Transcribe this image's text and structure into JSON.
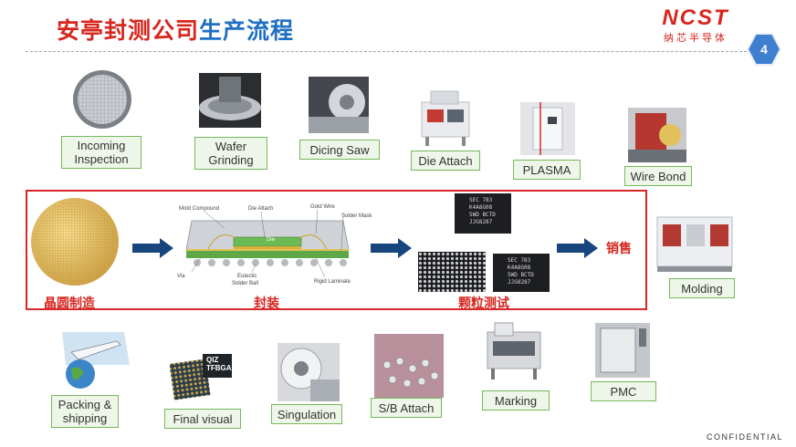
{
  "header": {
    "title_red": "安亭封测公司",
    "title_blue": "生产流程",
    "logo_main": "NCST",
    "logo_sub": "纳芯半导体",
    "page_number": "4"
  },
  "top_steps": [
    {
      "label": "Incoming Inspection"
    },
    {
      "label": "Wafer Grinding"
    },
    {
      "label": "Dicing Saw"
    },
    {
      "label": "Die Attach"
    },
    {
      "label": "PLASMA"
    },
    {
      "label": "Wire Bond"
    }
  ],
  "molding": {
    "label": "Molding"
  },
  "bottom_steps": [
    {
      "label": "Packing & shipping"
    },
    {
      "label": "Final visual"
    },
    {
      "label": "Singulation"
    },
    {
      "label": "S/B Attach"
    },
    {
      "label": "Marking"
    },
    {
      "label": "PMC"
    }
  ],
  "flow": {
    "wafer_label": "晶圆制造",
    "package_label": "封装",
    "test_label": "颗粒测试",
    "sales_label": "销售"
  },
  "package_diagram": {
    "mold_compound": "Mold Compound",
    "die_attach": "Die Attach",
    "gold_wire": "Gold Wire",
    "solder_mask": "Solder Mask",
    "die": "Die",
    "via": "Via",
    "eutectic": "Eutectic",
    "solder_ball": "Solder Ball",
    "rigid_laminate": "Rigid Laminate"
  },
  "chips": [
    {
      "line1": "SEC 783",
      "line2": "K4A8G08",
      "line3": "5WD BCTD",
      "line4": "JJG8287"
    },
    {
      "line1": "SEC 783",
      "line2": "K4A8G08",
      "line3": "5WD BCTD",
      "line4": "JJG8287"
    }
  ],
  "tfbga": {
    "brand": "QIZ",
    "text": "TFBGA"
  },
  "footer": {
    "confidential": "CONFIDENTIAL"
  },
  "colors": {
    "accent_red": "#d7261e",
    "accent_blue": "#1f6fc4",
    "label_green": "#76b85a",
    "arrow_navy": "#17467f"
  }
}
